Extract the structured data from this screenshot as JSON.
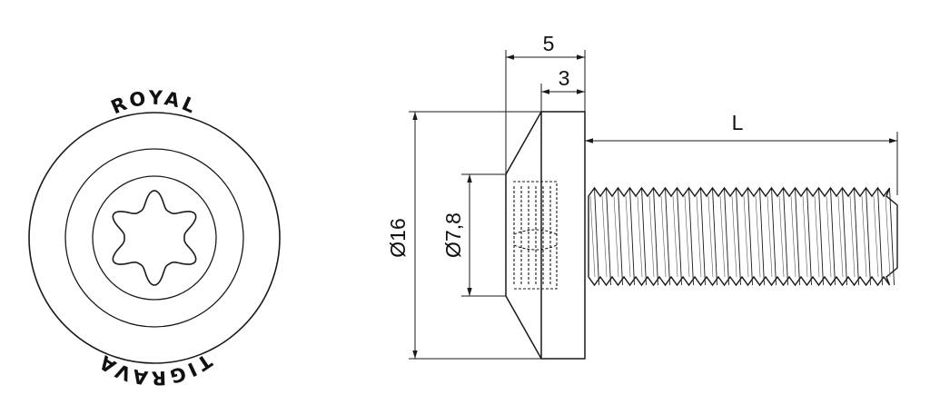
{
  "head_view": {
    "logo_top": "ROYAL",
    "logo_bottom": "TIGRAVA",
    "drive": "torx-star-icon"
  },
  "dimensions": {
    "head_height": "5",
    "cone_height": "3",
    "length": "L",
    "head_diameter": "Ø16",
    "cone_diameter": "Ø7,8"
  },
  "colors": {
    "line": "#1a1a1a",
    "background": "#ffffff"
  }
}
